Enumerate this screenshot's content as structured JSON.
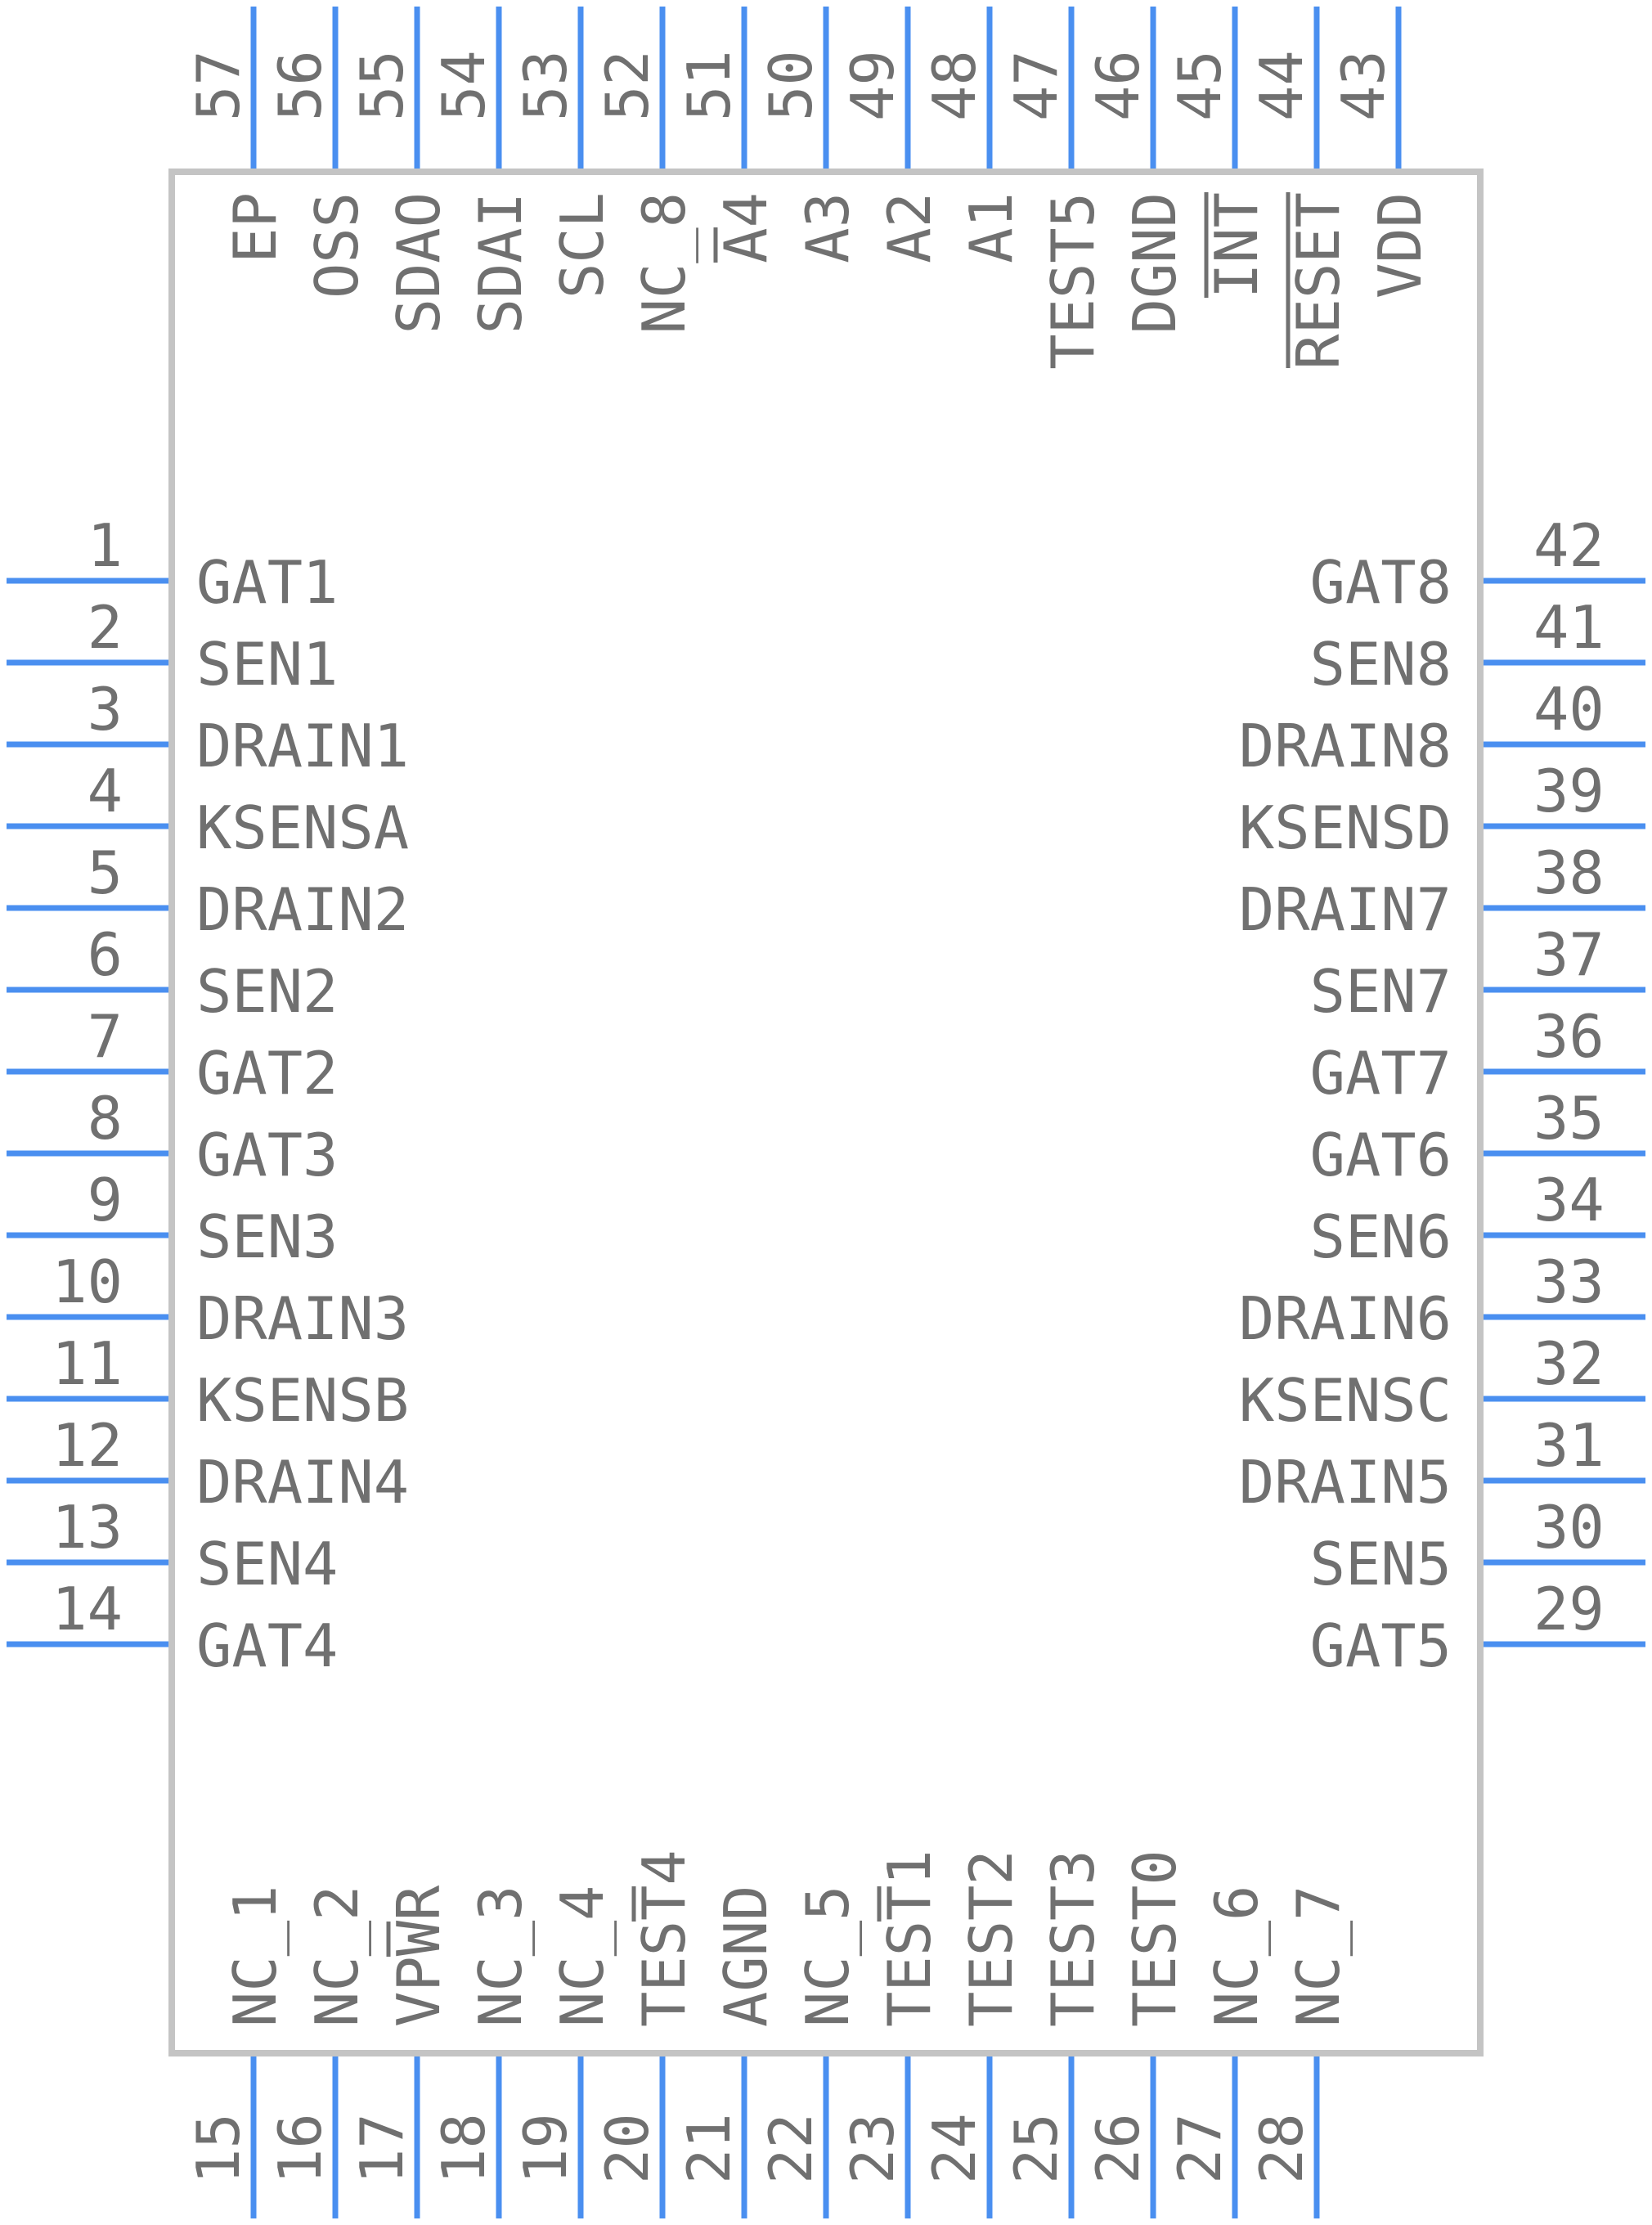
{
  "component": {
    "left_pins": [
      {
        "num": "1",
        "name": "GAT1"
      },
      {
        "num": "2",
        "name": "SEN1"
      },
      {
        "num": "3",
        "name": "DRAIN1"
      },
      {
        "num": "4",
        "name": "KSENSA"
      },
      {
        "num": "5",
        "name": "DRAIN2"
      },
      {
        "num": "6",
        "name": "SEN2"
      },
      {
        "num": "7",
        "name": "GAT2"
      },
      {
        "num": "8",
        "name": "GAT3"
      },
      {
        "num": "9",
        "name": "SEN3"
      },
      {
        "num": "10",
        "name": "DRAIN3"
      },
      {
        "num": "11",
        "name": "KSENSB"
      },
      {
        "num": "12",
        "name": "DRAIN4"
      },
      {
        "num": "13",
        "name": "SEN4"
      },
      {
        "num": "14",
        "name": "GAT4"
      }
    ],
    "right_pins": [
      {
        "num": "42",
        "name": "GAT8"
      },
      {
        "num": "41",
        "name": "SEN8"
      },
      {
        "num": "40",
        "name": "DRAIN8"
      },
      {
        "num": "39",
        "name": "KSENSD"
      },
      {
        "num": "38",
        "name": "DRAIN7"
      },
      {
        "num": "37",
        "name": "SEN7"
      },
      {
        "num": "36",
        "name": "GAT7"
      },
      {
        "num": "35",
        "name": "GAT6"
      },
      {
        "num": "34",
        "name": "SEN6"
      },
      {
        "num": "33",
        "name": "DRAIN6"
      },
      {
        "num": "32",
        "name": "KSENSC"
      },
      {
        "num": "31",
        "name": "DRAIN5"
      },
      {
        "num": "30",
        "name": "SEN5"
      },
      {
        "num": "29",
        "name": "GAT5"
      }
    ],
    "top_pins": [
      {
        "num": "57",
        "name": "EP"
      },
      {
        "num": "56",
        "name": "OSS"
      },
      {
        "num": "55",
        "name": "SDAO"
      },
      {
        "num": "54",
        "name": "SDAI"
      },
      {
        "num": "53",
        "name": "SCL"
      },
      {
        "num": "52",
        "name": "NC_8"
      },
      {
        "num": "51",
        "name": "A4"
      },
      {
        "num": "50",
        "name": "A3"
      },
      {
        "num": "49",
        "name": "A2"
      },
      {
        "num": "48",
        "name": "A1"
      },
      {
        "num": "47",
        "name": "TEST5"
      },
      {
        "num": "46",
        "name": "DGND"
      },
      {
        "num": "45",
        "name": "INT"
      },
      {
        "num": "44",
        "name": "RESET"
      },
      {
        "num": "43",
        "name": "VDD"
      }
    ],
    "bottom_pins": [
      {
        "num": "15",
        "name": "NC_1"
      },
      {
        "num": "16",
        "name": "NC_2"
      },
      {
        "num": "17",
        "name": "VPWR"
      },
      {
        "num": "18",
        "name": "NC_3"
      },
      {
        "num": "19",
        "name": "NC_4"
      },
      {
        "num": "20",
        "name": "TEST4"
      },
      {
        "num": "21",
        "name": "AGND"
      },
      {
        "num": "22",
        "name": "NC_5"
      },
      {
        "num": "23",
        "name": "TEST1"
      },
      {
        "num": "24",
        "name": "TEST2"
      },
      {
        "num": "25",
        "name": "TEST3"
      },
      {
        "num": "26",
        "name": "TEST0"
      },
      {
        "num": "27",
        "name": "NC_6"
      },
      {
        "num": "28",
        "name": "NC_7"
      }
    ],
    "colors": {
      "pin": "#4a8ff0",
      "body": "#c4c4c4",
      "text": "#707070"
    }
  }
}
